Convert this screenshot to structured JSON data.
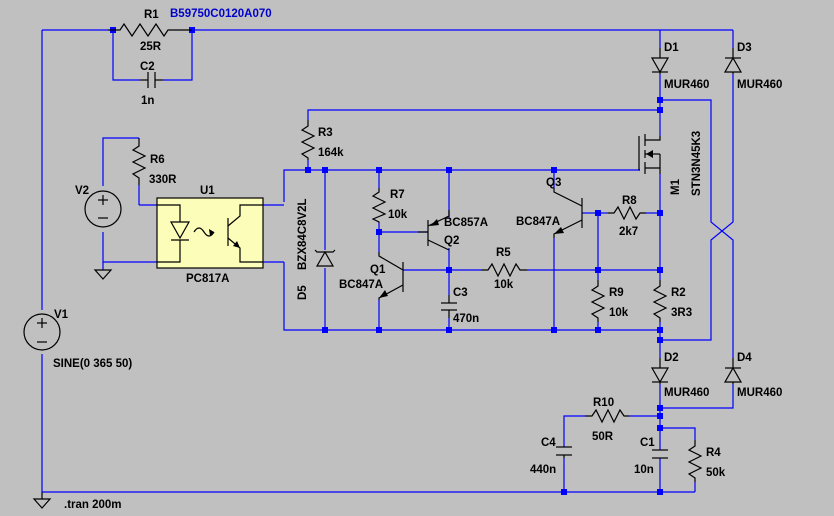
{
  "R1": {
    "ref": "R1",
    "val": "25R",
    "part": "B59750C0120A070"
  },
  "C2": {
    "ref": "C2",
    "val": "1n"
  },
  "D1": {
    "ref": "D1",
    "val": "MUR460"
  },
  "D3": {
    "ref": "D3",
    "val": "MUR460"
  },
  "D2": {
    "ref": "D2",
    "val": "MUR460"
  },
  "D4": {
    "ref": "D4",
    "val": "MUR460"
  },
  "R3": {
    "ref": "R3",
    "val": "164k"
  },
  "R6": {
    "ref": "R6",
    "val": "330R"
  },
  "V2": {
    "ref": "V2"
  },
  "U1": {
    "ref": "U1",
    "val": "PC817A"
  },
  "D5": {
    "ref": "D5",
    "val": "BZX84C8V2L"
  },
  "R7": {
    "ref": "R7",
    "val": "10k"
  },
  "Q2": {
    "ref": "Q2",
    "val": "BC857A"
  },
  "Q1": {
    "ref": "Q1",
    "val": "BC847A"
  },
  "Q3": {
    "ref": "Q3",
    "val": "BC847A"
  },
  "R5": {
    "ref": "R5",
    "val": "10k"
  },
  "C3": {
    "ref": "C3",
    "val": "470n"
  },
  "R8": {
    "ref": "R8",
    "val": "2k7"
  },
  "R9": {
    "ref": "R9",
    "val": "10k"
  },
  "R2": {
    "ref": "R2",
    "val": "3R3"
  },
  "M1": {
    "ref": "M1",
    "val": "STN3N45K3"
  },
  "V1": {
    "ref": "V1",
    "val": "SINE(0 365 50)"
  },
  "R10": {
    "ref": "R10",
    "val": "50R"
  },
  "C4": {
    "ref": "C4",
    "val": "440n"
  },
  "C1": {
    "ref": "C1",
    "val": "10n"
  },
  "R4": {
    "ref": "R4",
    "val": "50k"
  },
  "directive": ".tran 200m",
  "colors": {
    "background": "#c0c0c0",
    "wire": "#0000ff",
    "component": "#000000",
    "optocoupler_body": "#fdfdba",
    "label_blue": "#0000cc"
  }
}
